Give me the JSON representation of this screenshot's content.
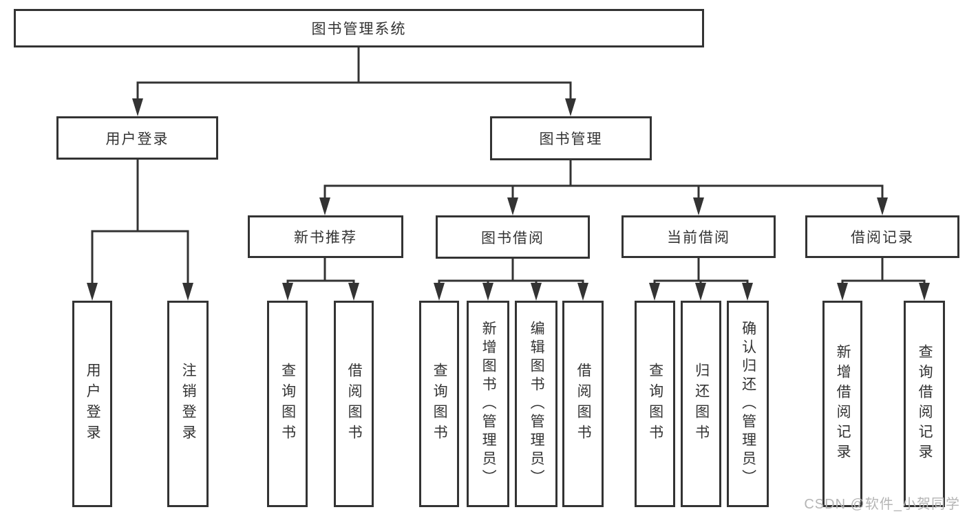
{
  "colors": {
    "line": "#333333",
    "text": "#333333",
    "box_fill": "#ffffff",
    "watermark": "#b5b5b5"
  },
  "watermark": "CSDN @软件_小贺同学",
  "nodes": {
    "root": {
      "label": "图书管理系统"
    },
    "login": {
      "label": "用户登录"
    },
    "manage": {
      "label": "图书管理"
    },
    "recommend": {
      "label": "新书推荐"
    },
    "borrow": {
      "label": "图书借阅"
    },
    "current": {
      "label": "当前借阅"
    },
    "records": {
      "label": "借阅记录"
    },
    "leaf_login": {
      "label": "用户登录"
    },
    "leaf_logout": {
      "label": "注销登录"
    },
    "leaf_rec_query": {
      "label": "查询图书"
    },
    "leaf_rec_borrow": {
      "label": "借阅图书"
    },
    "leaf_bor_query": {
      "label": "查询图书"
    },
    "leaf_bor_add": {
      "label": "新增图书（管理员）"
    },
    "leaf_bor_edit": {
      "label": "编辑图书（管理员）"
    },
    "leaf_bor_borrow": {
      "label": "借阅图书"
    },
    "leaf_cur_query": {
      "label": "查询图书"
    },
    "leaf_cur_return": {
      "label": "归还图书"
    },
    "leaf_cur_confirm": {
      "label": "确认归还（管理员）"
    },
    "leaf_rc_add": {
      "label": "新增借阅记录"
    },
    "leaf_rc_query": {
      "label": "查询借阅记录"
    }
  }
}
